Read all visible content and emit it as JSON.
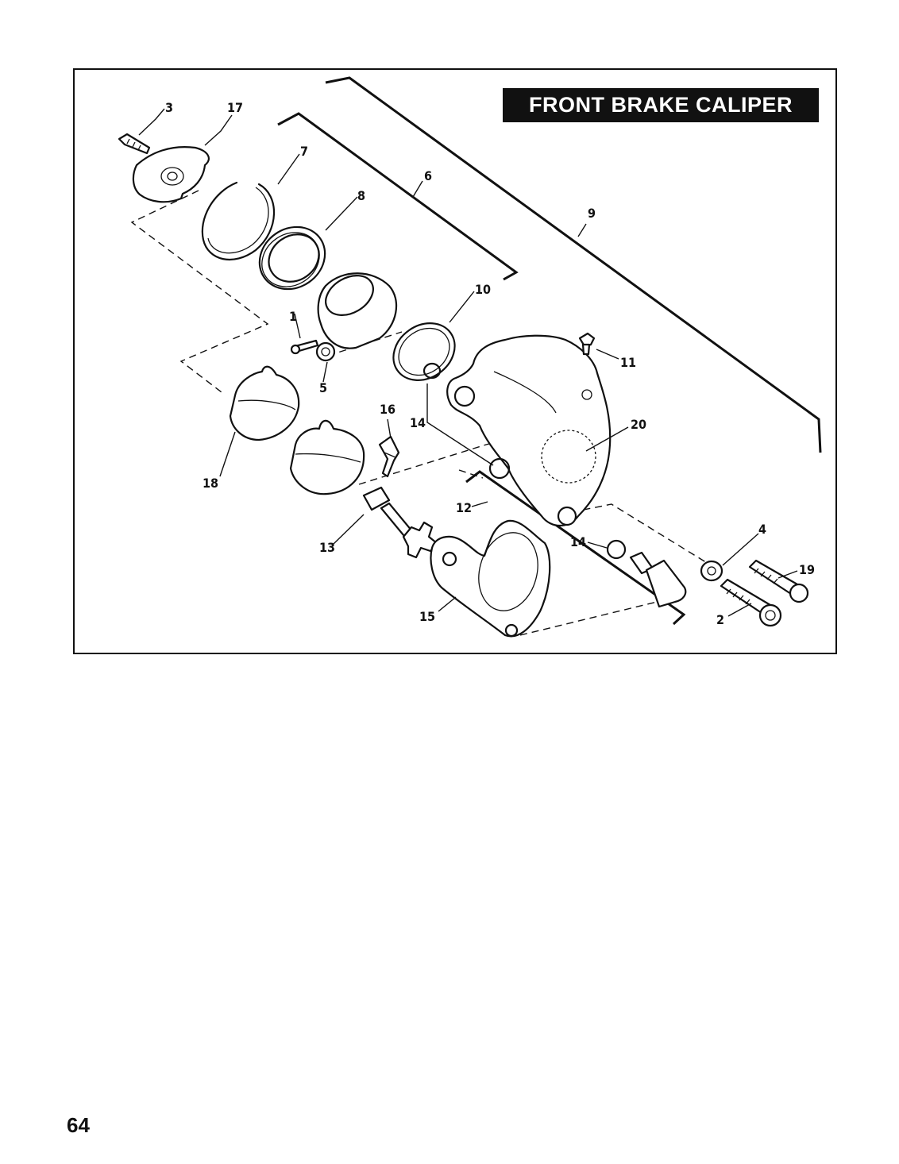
{
  "figure": {
    "title": "FRONT BRAKE CALIPER"
  },
  "callouts": [
    {
      "id": "c1",
      "text": "1"
    },
    {
      "id": "c2",
      "text": "2"
    },
    {
      "id": "c3",
      "text": "3"
    },
    {
      "id": "c4",
      "text": "4"
    },
    {
      "id": "c5",
      "text": "5"
    },
    {
      "id": "c6",
      "text": "6"
    },
    {
      "id": "c7",
      "text": "7"
    },
    {
      "id": "c8",
      "text": "8"
    },
    {
      "id": "c9",
      "text": "9"
    },
    {
      "id": "c10",
      "text": "10"
    },
    {
      "id": "c11",
      "text": "11"
    },
    {
      "id": "c12",
      "text": "12"
    },
    {
      "id": "c13",
      "text": "13"
    },
    {
      "id": "c14a",
      "text": "14"
    },
    {
      "id": "c14b",
      "text": "14"
    },
    {
      "id": "c15",
      "text": "15"
    },
    {
      "id": "c16",
      "text": "16"
    },
    {
      "id": "c17",
      "text": "17"
    },
    {
      "id": "c18",
      "text": "18"
    },
    {
      "id": "c19",
      "text": "19"
    },
    {
      "id": "c20",
      "text": "20"
    }
  ],
  "page": {
    "number": "64"
  }
}
